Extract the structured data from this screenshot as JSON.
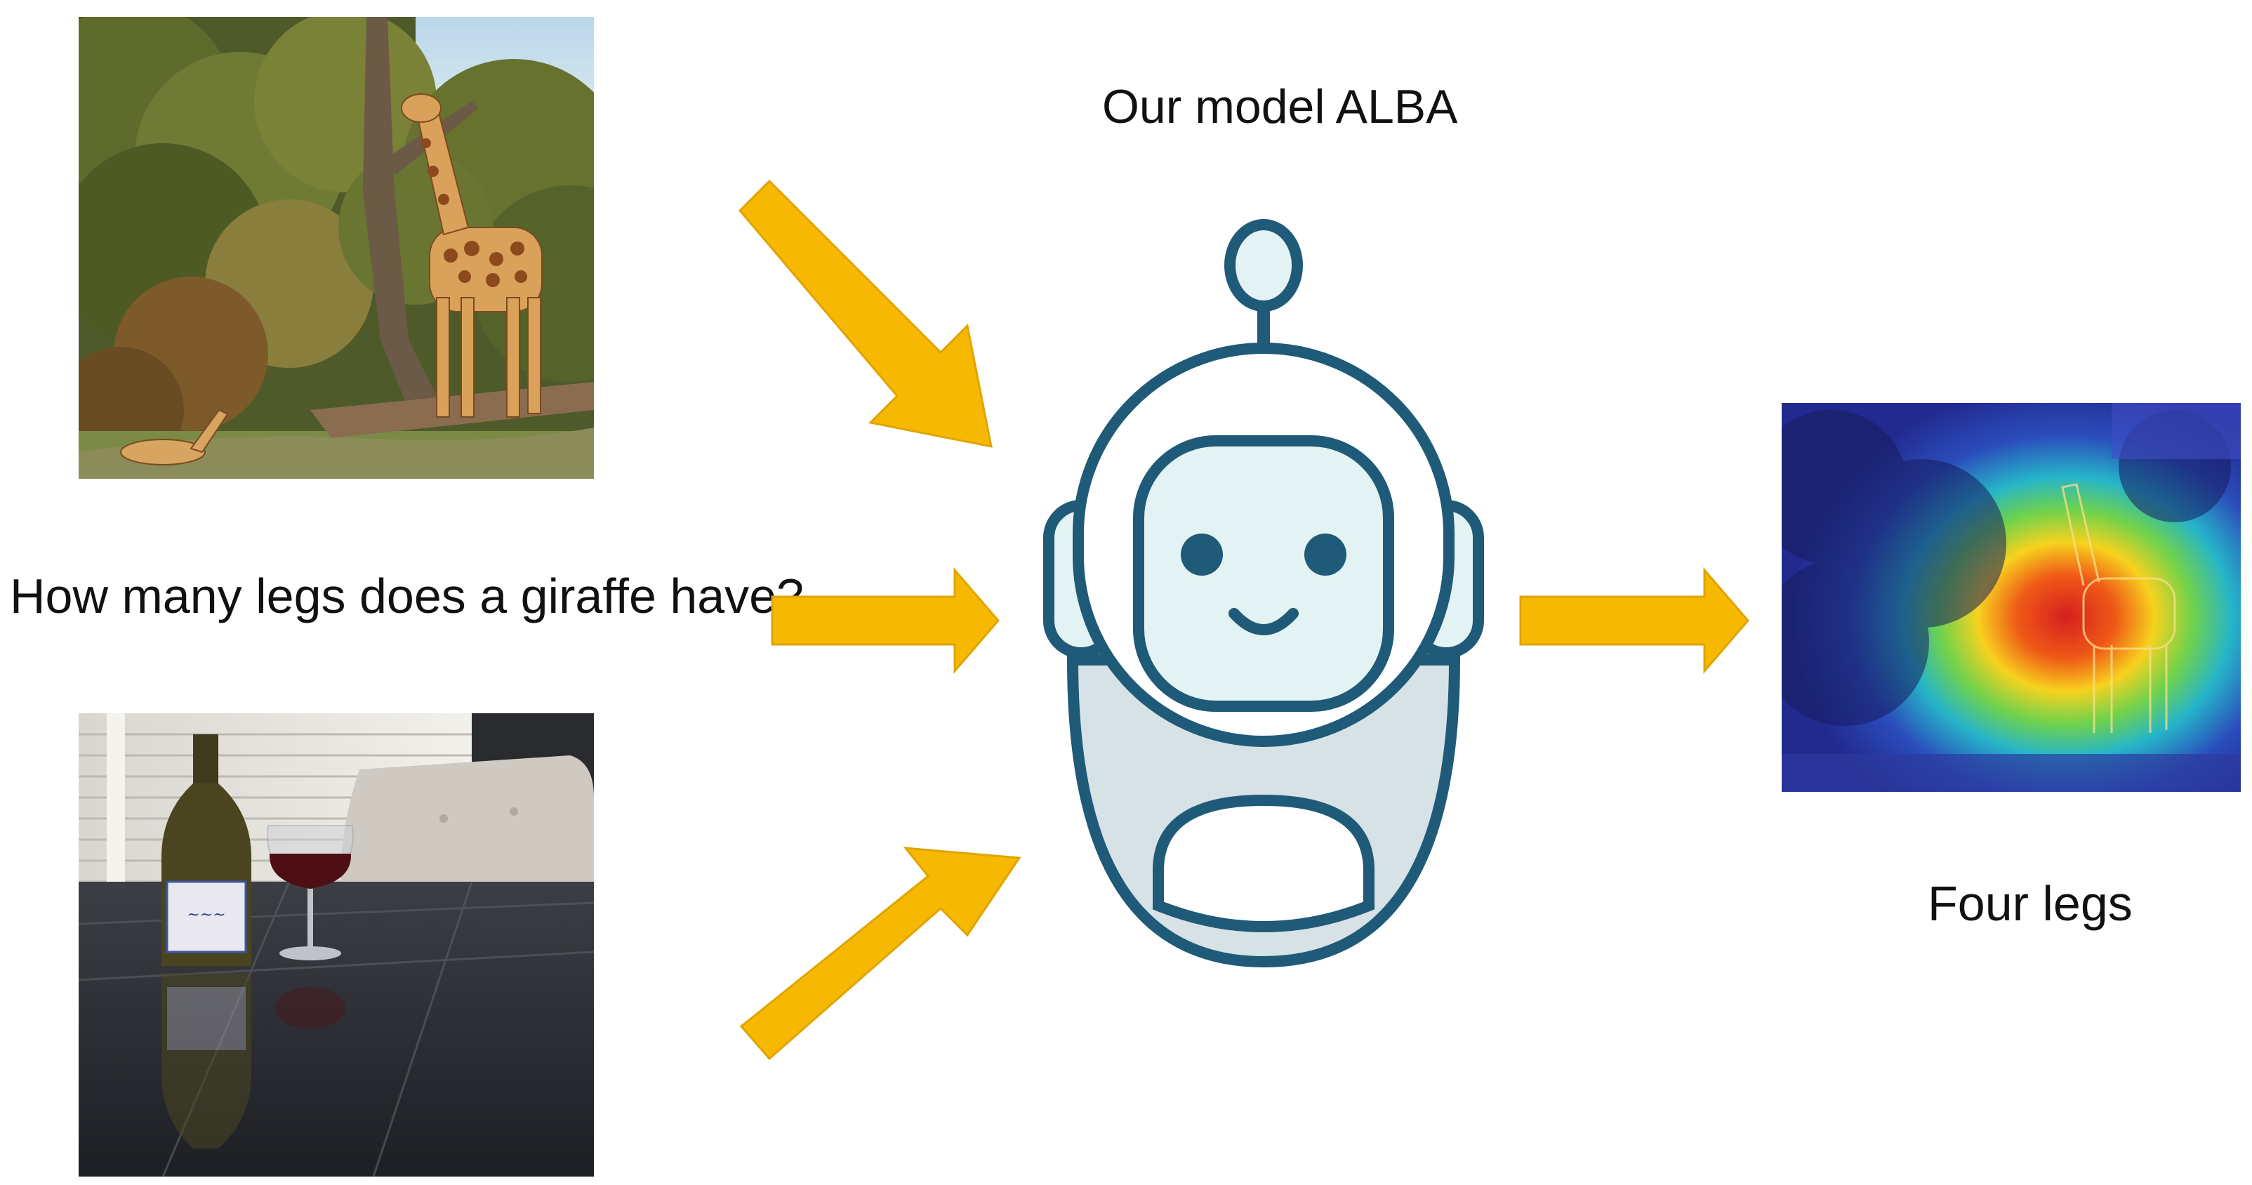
{
  "diagram": {
    "model_title": "Our model ALBA",
    "question": "How many legs does a giraffe have?",
    "answer": "Four legs"
  },
  "colors": {
    "arrow": "#f6b800",
    "arrow_stroke": "#e0a400",
    "robot_outline": "#1f5a78",
    "robot_face": "#e3f2f2",
    "robot_body": "#d6e2e5"
  },
  "images": [
    {
      "role": "input-image",
      "content": "giraffe standing among trees"
    },
    {
      "role": "input-image",
      "content": "wine bottle and glass on glass table"
    },
    {
      "role": "output-image",
      "content": "attention heatmap over giraffe"
    }
  ]
}
